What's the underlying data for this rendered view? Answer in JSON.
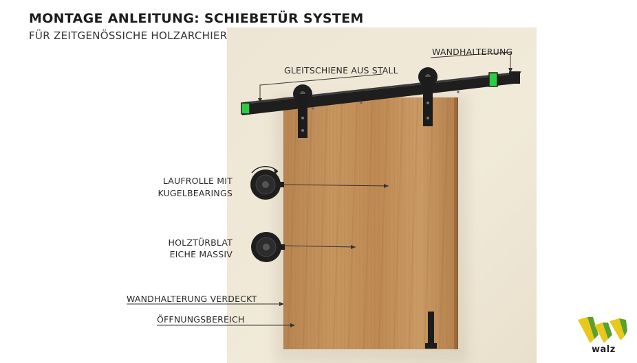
{
  "header": {
    "title": "MONTAGE ANLEITUNG: SCHIEBETÜR SYSTEM",
    "subtitle": "FÜR ZEITGENÖSSICHE HOLZARCHIERITTUR"
  },
  "callouts": {
    "rail": "GLEITSCHIENE AUS STALL",
    "bracket": "WANDHALTERUNG",
    "roller_line1": "LAUFROLLE MIT",
    "roller_line2": "KUGELBEARINGS",
    "door_line1": "HOLZTÜRBLAT",
    "door_line2": "EICHE MASSIV",
    "hidden_bracket": "WANDHALTERUNG VERDECKT",
    "opening": "ÖFFNUNGSBEREICH"
  },
  "logo": {
    "text": "walz",
    "colors": {
      "yellow": "#e8c81a",
      "green": "#5aa02c"
    }
  },
  "colors": {
    "wall": "#efe7d5",
    "wood": "#c28e58",
    "hardware": "#1f1f1f",
    "bracket_accent": "#2ecc40"
  }
}
